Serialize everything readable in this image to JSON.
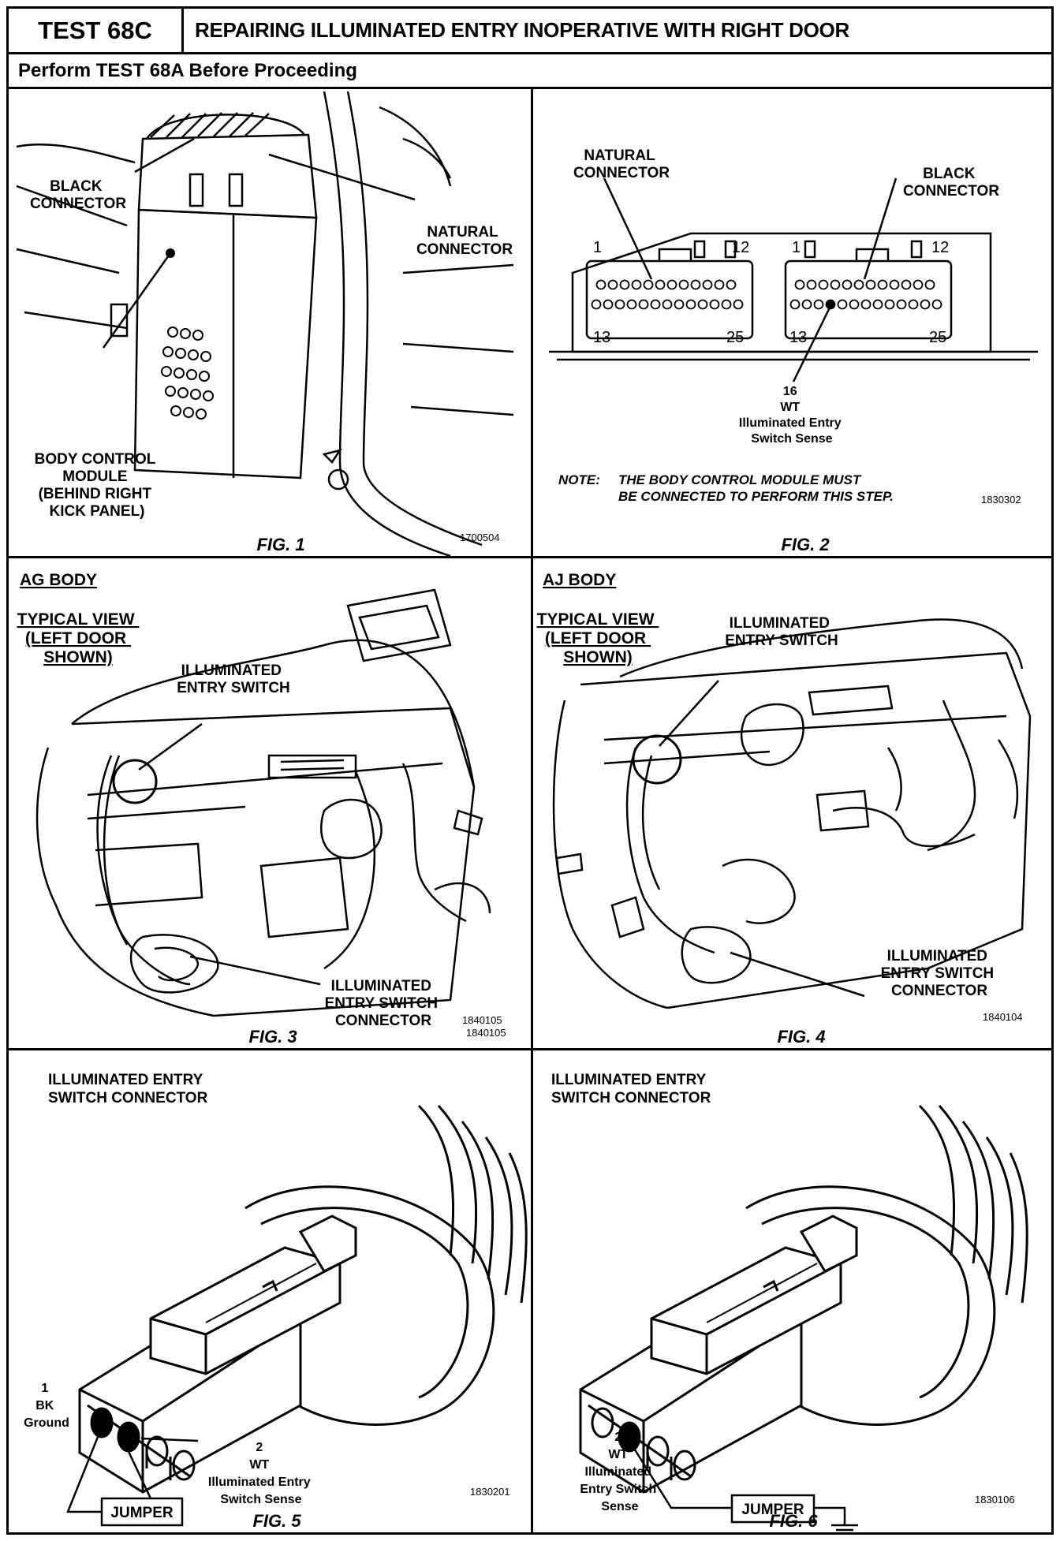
{
  "header": {
    "test_id": "TEST 68C",
    "title": "REPAIRING ILLUMINATED ENTRY INOPERATIVE WITH RIGHT DOOR",
    "subtitle": "Perform TEST 68A Before Proceeding"
  },
  "fig1": {
    "label_black": [
      "BLACK",
      "CONNECTOR"
    ],
    "label_natural": [
      "NATURAL",
      "CONNECTOR"
    ],
    "label_bcm": [
      "BODY CONTROL",
      "MODULE",
      "(BEHIND RIGHT",
      "KICK PANEL)"
    ],
    "caption": "FIG. 1",
    "code": "1700504"
  },
  "fig2": {
    "label_natural": [
      "NATURAL",
      "CONNECTOR"
    ],
    "label_black": [
      "BLACK",
      "CONNECTOR"
    ],
    "pin_1": "1",
    "pin_12": "12",
    "pin_13": "13",
    "pin_25": "25",
    "pin16": [
      "16",
      "WT",
      "Illuminated Entry",
      "Switch Sense"
    ],
    "note_label": "NOTE:",
    "note": [
      "THE BODY CONTROL MODULE MUST",
      "BE CONNECTED TO PERFORM THIS STEP."
    ],
    "caption": "FIG. 2",
    "code": "1830302"
  },
  "fig3": {
    "title": "AG BODY",
    "view": [
      "TYPICAL VIEW",
      "(LEFT DOOR",
      "SHOWN)"
    ],
    "label_switch": [
      "ILLUMINATED",
      "ENTRY SWITCH"
    ],
    "label_connector": [
      "ILLUMINATED",
      "ENTRY SWITCH",
      "CONNECTOR"
    ],
    "caption": "FIG. 3",
    "codes": [
      "1840105",
      "1840105"
    ]
  },
  "fig4": {
    "title": "AJ BODY",
    "view": [
      "TYPICAL VIEW",
      "(LEFT DOOR",
      "SHOWN)"
    ],
    "label_switch": [
      "ILLUMINATED",
      "ENTRY SWITCH"
    ],
    "label_connector": [
      "ILLUMINATED",
      "ENTRY SWITCH",
      "CONNECTOR"
    ],
    "caption": "FIG. 4",
    "code": "1840104"
  },
  "fig5": {
    "title": [
      "ILLUMINATED ENTRY",
      "SWITCH CONNECTOR"
    ],
    "pin1": [
      "1",
      "BK",
      "Ground"
    ],
    "pin2": [
      "2",
      "WT",
      "Illuminated Entry",
      "Switch Sense"
    ],
    "jumper": "JUMPER",
    "caption": "FIG. 5",
    "code": "1830201"
  },
  "fig6": {
    "title": [
      "ILLUMINATED ENTRY",
      "SWITCH CONNECTOR"
    ],
    "pin2": [
      "2",
      "WT",
      "Illuminated",
      "Entry Switch",
      "Sense"
    ],
    "jumper": "JUMPER",
    "caption": "FIG. 6",
    "code": "1830106"
  }
}
